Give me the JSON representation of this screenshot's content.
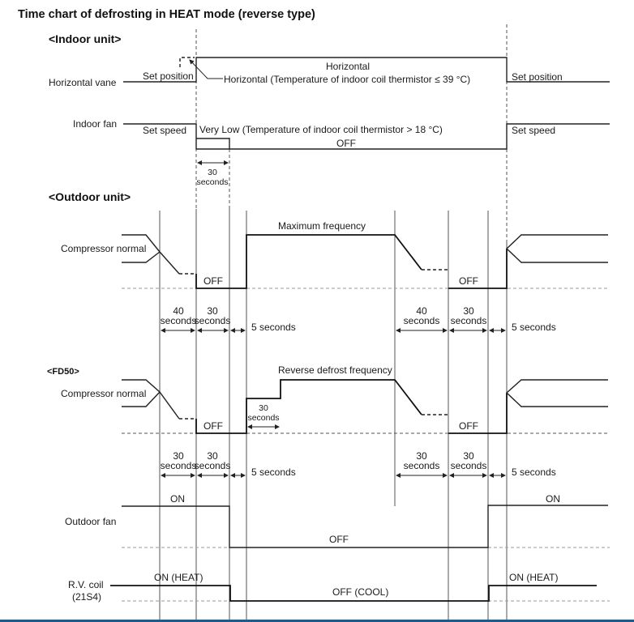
{
  "title": "Time chart of defrosting in HEAT mode (reverse type)",
  "indoor": {
    "section_label": "<Indoor unit>",
    "vane": {
      "label": "Horizontal vane",
      "set_position_before": "Set position",
      "horizontal": "Horizontal",
      "horizontal_condition": "Horizontal (Temperature of indoor coil thermistor ≤ 39 °C)",
      "set_position_after": "Set position"
    },
    "fan": {
      "label": "Indoor fan",
      "set_speed_before": "Set speed",
      "very_low": "Very Low (Temperature of indoor coil thermistor > 18 °C)",
      "off": "OFF",
      "set_speed_after": "Set speed",
      "delay_value": "30",
      "delay_unit": "seconds"
    }
  },
  "outdoor": {
    "section_label": "<Outdoor unit>",
    "compressor": {
      "label": "Compressor normal",
      "max_freq": "Maximum frequency",
      "off_1": "OFF",
      "off_2": "OFF",
      "intervals": [
        {
          "value": "40",
          "unit": "seconds"
        },
        {
          "value": "30",
          "unit": "seconds"
        },
        {
          "value": "5 seconds"
        },
        {
          "value": "40",
          "unit": "seconds"
        },
        {
          "value": "30",
          "unit": "seconds"
        },
        {
          "value": "5 seconds"
        }
      ]
    },
    "fd50": {
      "section_label": "<FD50>",
      "label": "Compressor normal",
      "reverse_freq": "Reverse defrost frequency",
      "step_value": "30",
      "step_unit": "seconds",
      "off_1": "OFF",
      "off_2": "OFF",
      "intervals": [
        {
          "value": "30",
          "unit": "seconds"
        },
        {
          "value": "30",
          "unit": "seconds"
        },
        {
          "value": "5 seconds"
        },
        {
          "value": "30",
          "unit": "seconds"
        },
        {
          "value": "30",
          "unit": "seconds"
        },
        {
          "value": "5 seconds"
        }
      ]
    },
    "outdoor_fan": {
      "label": "Outdoor fan",
      "on_1": "ON",
      "off": "OFF",
      "on_2": "ON"
    },
    "rv_coil": {
      "label_line1": "R.V. coil",
      "label_line2": "(21S4)",
      "on_heat_1": "ON (HEAT)",
      "off_cool": "OFF (COOL)",
      "on_heat_2": "ON (HEAT)"
    }
  }
}
